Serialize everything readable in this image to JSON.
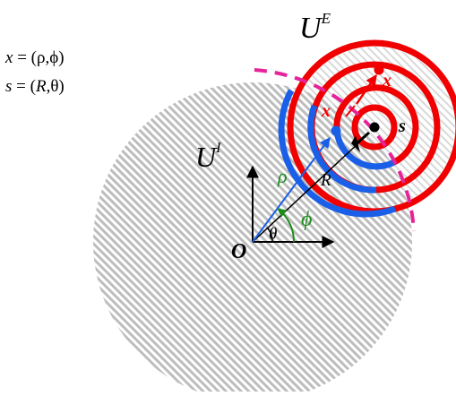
{
  "labels": {
    "x_def_lhs": "x",
    "x_def_rhs": " = (ρ,ϕ)",
    "s_def_lhs": "s",
    "s_def_rhs_open": " = (",
    "s_def_R": "R",
    "s_def_rhs_close": ",θ)",
    "ue_base": "U",
    "ue_sup": "E",
    "ui_base": "U",
    "ui_sup": "I",
    "origin": "O",
    "rho": "ρ",
    "phi": "ϕ",
    "theta": "θ",
    "R": "R",
    "x_blue": "x",
    "x_red": "x",
    "s_point": "s"
  },
  "colors": {
    "interior_hatch": "#bdbdbd",
    "blue": "#1a5fe8",
    "red": "#f00000",
    "magenta": "#e6249a",
    "green": "#1a8c1a",
    "black": "#000000"
  }
}
